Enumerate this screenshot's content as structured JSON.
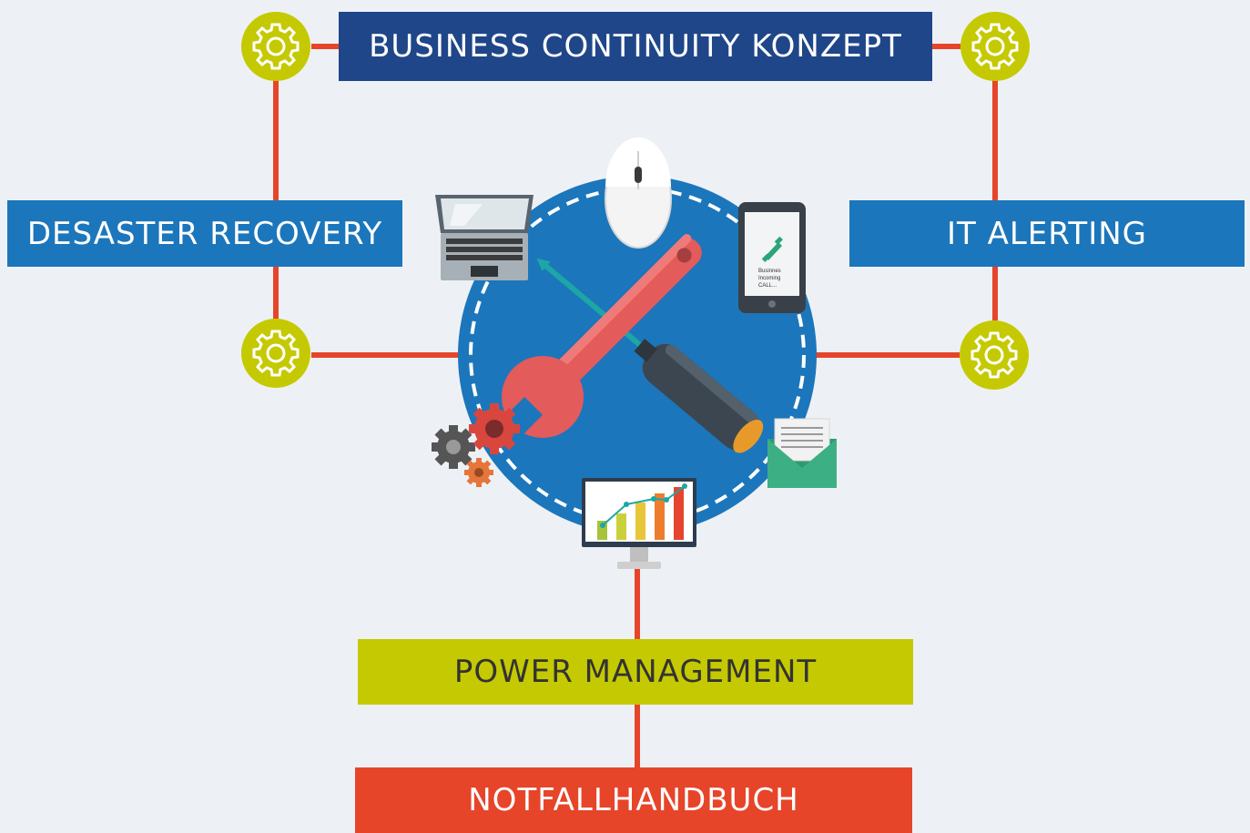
{
  "labels": {
    "top": "BUSINESS CONTINUITY KONZEPT",
    "left": "DESASTER RECOVERY",
    "right": "IT ALERTING",
    "power": "POWER MANAGEMENT",
    "bottom": "NOTFALLHANDBUCH"
  },
  "phone_screen": {
    "line1": "Businnes",
    "line2": "Incoming",
    "line3": "CALL..."
  },
  "icons": [
    "gear-icon",
    "laptop-icon",
    "mouse-icon",
    "smartphone-icon",
    "wrench-icon",
    "screwdriver-icon",
    "cogs-icon",
    "envelope-icon",
    "monitor-chart-icon"
  ],
  "colors": {
    "background": "#edf1f5",
    "navy": "#1f4688",
    "blue": "#1c76bb",
    "lime": "#c5c902",
    "red": "#e6452a",
    "connector": "#e6452a"
  }
}
